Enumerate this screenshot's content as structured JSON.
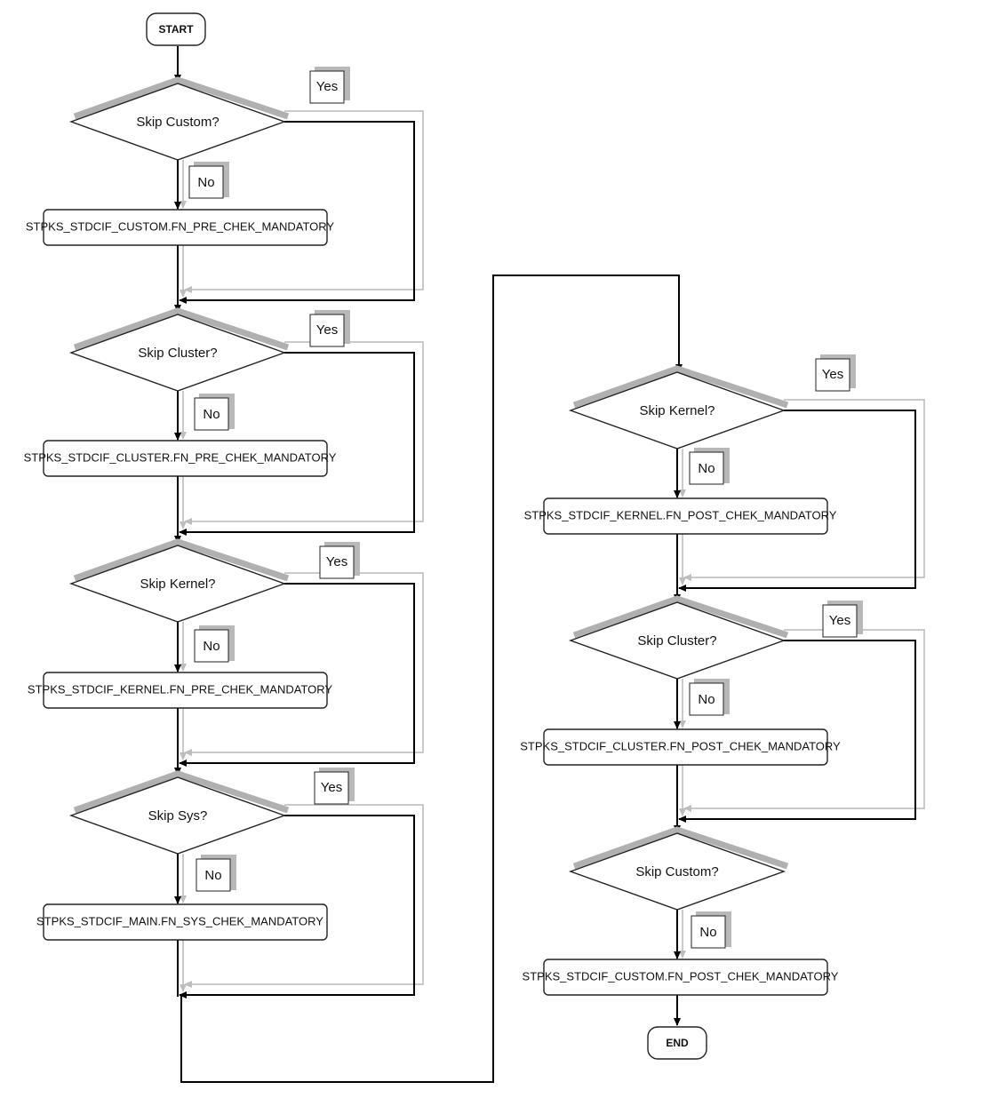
{
  "start": "START",
  "end": "END",
  "yes_label": "Yes",
  "no_label": "No",
  "decisions": [
    "Skip Custom?",
    "Skip Cluster?",
    "Skip Kernel?",
    "Skip Sys?",
    "Skip Kernel?",
    "Skip Cluster?",
    "Skip Custom?"
  ],
  "processes": [
    "STPKS_STDCIF_CUSTOM.FN_PRE_CHEK_MANDATORY",
    "STPKS_STDCIF_CLUSTER.FN_PRE_CHEK_MANDATORY",
    "STPKS_STDCIF_KERNEL.FN_PRE_CHEK_MANDATORY",
    "STPKS_STDCIF_MAIN.FN_SYS_CHEK_MANDATORY",
    "STPKS_STDCIF_KERNEL.FN_POST_CHEK_MANDATORY",
    "STPKS_STDCIF_CLUSTER.FN_POST_CHEK_MANDATORY",
    "STPKS_STDCIF_CUSTOM.FN_POST_CHEK_MANDATORY"
  ]
}
